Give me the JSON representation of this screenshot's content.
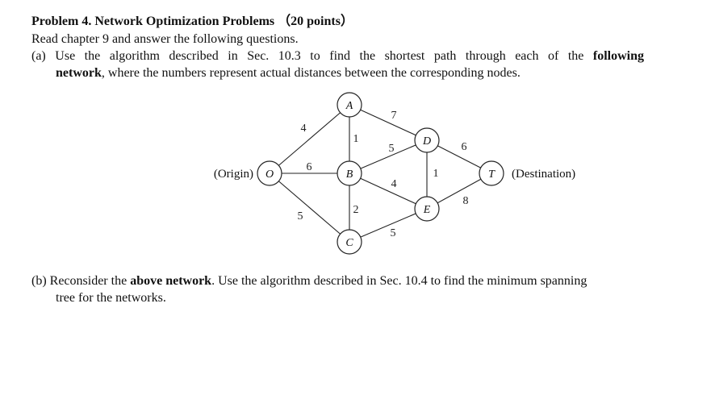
{
  "problem": {
    "title": "Problem 4. Network Optimization Problems",
    "points": "（20 points）",
    "intro": "Read chapter 9 and answer the following questions.",
    "part_a": {
      "label": "(a)",
      "text_1": "Use the algorithm described in Sec. 10.3 to find the shortest path through each of the",
      "bold_1": "following",
      "bold_2": "network",
      "text_2": ", where the numbers represent actual distances between the corresponding nodes."
    },
    "part_b": {
      "label": "(b)",
      "text_1": "Reconsider the",
      "bold": "above network",
      "text_2": ". Use the algorithm described in Sec. 10.4 to find the minimum spanning",
      "text_3": "tree for the networks."
    }
  },
  "network": {
    "origin_label": "(Origin)",
    "destination_label": "(Destination)",
    "nodes": {
      "O": "O",
      "A": "A",
      "B": "B",
      "C": "C",
      "D": "D",
      "E": "E",
      "T": "T"
    },
    "edges": {
      "OA": "4",
      "OB": "6",
      "OC": "5",
      "AB": "1",
      "AD": "7",
      "BD": "5",
      "BE": "4",
      "BC": "2",
      "CE": "5",
      "DE": "1",
      "DT": "6",
      "ET": "8"
    }
  }
}
